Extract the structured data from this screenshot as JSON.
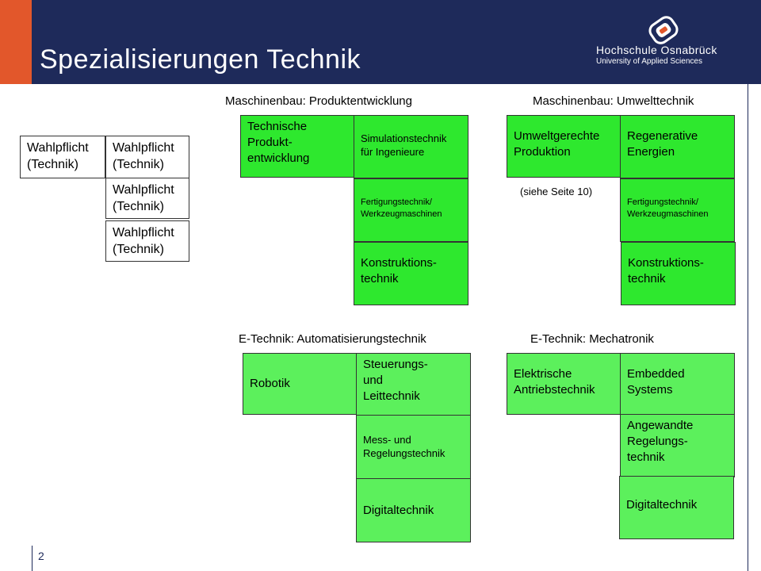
{
  "header": {
    "title": "Spezialisierungen Technik",
    "logo_name": "Hochschule Osnabrück",
    "logo_sub": "University of Applied Sciences",
    "colors": {
      "navy": "#1e2a5a",
      "accent": "#e2572b"
    }
  },
  "footer": {
    "page_number": "2"
  },
  "wahlpflicht": [
    "Wahlpflicht\n(Technik)",
    "Wahlpflicht\n(Technik)",
    "Wahlpflicht\n(Technik)",
    "Wahlpflicht\n(Technik)"
  ],
  "mb_produkt": {
    "heading": "Maschinenbau: Produktentwicklung",
    "boxes": [
      "Technische\nProdukt-\nentwicklung",
      "Simulationstechnik\nfür Ingenieure",
      "Fertigungstechnik/\nWerkzeugmaschinen",
      "Konstruktions-\ntechnik"
    ]
  },
  "mb_umwelt": {
    "heading": "Maschinenbau: Umwelttechnik",
    "boxes": [
      "Umweltgerechte\n Produktion",
      "Regenerative\nEnergien",
      "Fertigungstechnik/\nWerkzeugmaschinen",
      "Konstruktions-\ntechnik"
    ],
    "note": "(siehe Seite 10)"
  },
  "et_auto": {
    "heading": "E-Technik: Automatisierungstechnik",
    "boxes": [
      "Robotik",
      "Steuerungs-\nund\nLeittechnik",
      "Mess- und\nRegelungstechnik",
      "Digitaltechnik"
    ]
  },
  "et_mecha": {
    "heading": "E-Technik: Mechatronik",
    "boxes": [
      "Elektrische\nAntriebstechnik",
      "Embedded\nSystems",
      "Angewandte\nRegelungs-\ntechnik",
      "Digitaltechnik"
    ]
  }
}
